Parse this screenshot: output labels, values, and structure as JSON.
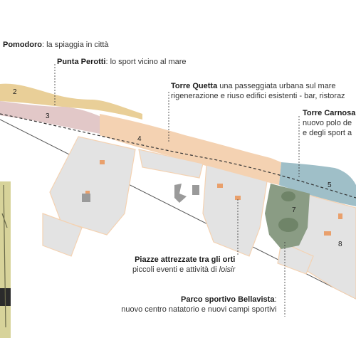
{
  "labels": {
    "pomodoro": {
      "name": "Pomodoro",
      "desc": ": la spiaggia in città"
    },
    "perotti": {
      "name": "Punta Perotti",
      "desc": ": lo sport vicino al mare"
    },
    "quetta": {
      "name": "Torre Quetta",
      "desc": " una passeggiata urbana sul mare",
      "desc2": "rigenerazione e riuso edifici esistenti - bar, ristoraz"
    },
    "carnosa": {
      "name": "Torre Carnosa",
      "desc": "nuovo polo de",
      "desc2": "e degli sport a"
    },
    "piazze": {
      "name": "Piazze attrezzate tra gli orti",
      "desc_pre": "piccoli eventi e attività di ",
      "desc_em": "loisir"
    },
    "bellavista": {
      "name": "Parco sportivo Bellavista",
      "desc": ":",
      "desc2": "nuovo centro natatorio e nuovi campi sportivi"
    }
  },
  "zones": [
    "2",
    "3",
    "4",
    "5",
    "7",
    "8"
  ],
  "colors": {
    "beach": "#e9cf98",
    "zone3": "#e2c8c8",
    "zone4": "#f4d2b2",
    "zone5": "#9fbfc8",
    "zone7": "#8a9c84",
    "blocks": "#e3e3e3",
    "building": "#e9a06c",
    "accent": "#c9621e"
  }
}
